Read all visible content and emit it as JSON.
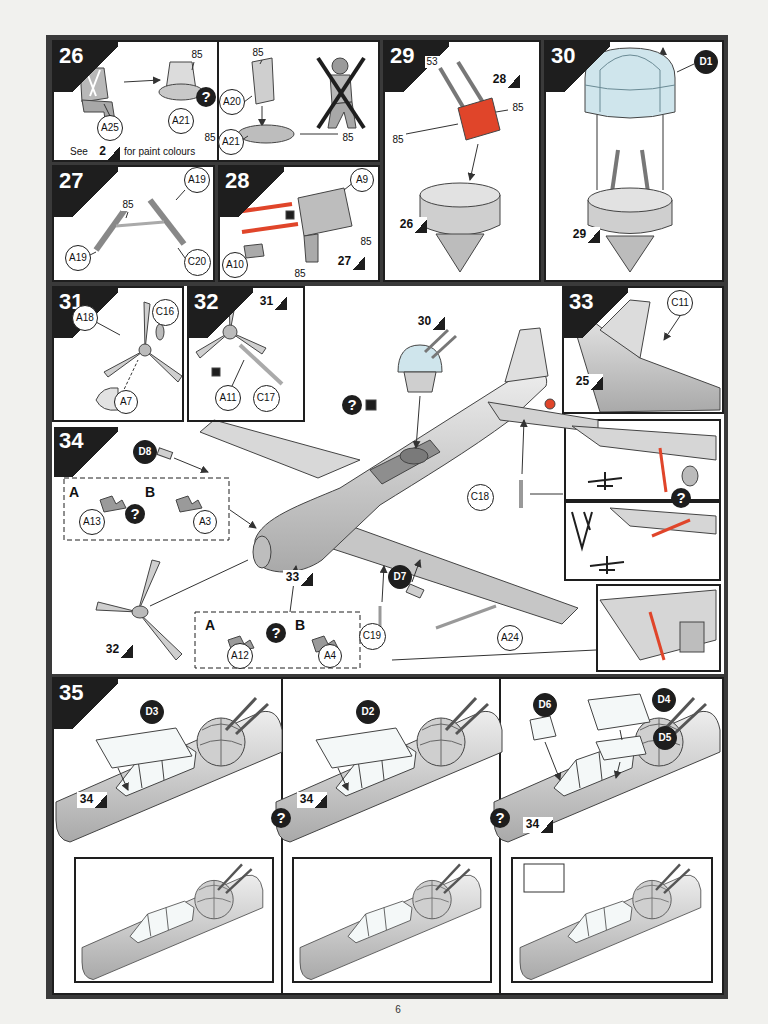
{
  "diagram": {
    "nodes": [
      {
        "text": [
          "26"
        ]
      },
      {
        "text": [
          "A25"
        ],
        "in": 0
      },
      {
        "text": [
          "A21"
        ],
        "in": 0
      },
      {
        "text": [
          "A20"
        ],
        "in": 0
      },
      {
        "text": [
          "A21"
        ],
        "in": 0
      },
      {
        "text": [
          "29"
        ]
      },
      {
        "text": [
          "30"
        ]
      },
      {
        "text": [
          "D1"
        ],
        "in": 6
      },
      {
        "text": [
          "27"
        ]
      },
      {
        "text": [
          "A19"
        ],
        "in": 8
      },
      {
        "text": [
          "A19"
        ],
        "in": 8
      },
      {
        "text": [
          "C20"
        ],
        "in": 8
      },
      {
        "text": [
          "28"
        ]
      },
      {
        "text": [
          "A9"
        ],
        "in": 12
      },
      {
        "text": [
          "A10"
        ],
        "in": 12
      },
      {
        "text": [
          "31"
        ]
      },
      {
        "text": [
          "C16"
        ],
        "in": 15
      },
      {
        "text": [
          "A18"
        ],
        "in": 15
      },
      {
        "text": [
          "A7"
        ],
        "in": 15
      },
      {
        "text": [
          "32"
        ]
      },
      {
        "text": [
          "A11"
        ],
        "in": 19
      },
      {
        "text": [
          "C17"
        ],
        "in": 19
      },
      {
        "text": [
          "33"
        ]
      },
      {
        "text": [
          "C11"
        ],
        "in": 22
      },
      {
        "text": [
          "34"
        ]
      },
      {
        "text": [
          "D8"
        ],
        "in": 24
      },
      {
        "text": [
          "A13"
        ],
        "in": 24
      },
      {
        "text": [
          "A3"
        ],
        "in": 24
      },
      {
        "text": [
          "C18"
        ],
        "in": 24
      },
      {
        "text": [
          "D7"
        ],
        "in": 24
      },
      {
        "text": [
          "C19"
        ],
        "in": 24
      },
      {
        "text": [
          "A24"
        ],
        "in": 24
      },
      {
        "text": [
          "A12"
        ],
        "in": 24
      },
      {
        "text": [
          "A4"
        ],
        "in": 24
      },
      {
        "text": [
          "35"
        ]
      },
      {
        "text": [
          "D3"
        ],
        "in": 34
      },
      {
        "text": [
          "D2"
        ],
        "in": 34
      },
      {
        "text": [
          "D4"
        ],
        "in": 34
      },
      {
        "text": [
          "D6"
        ],
        "in": 34
      },
      {
        "text": [
          "D5"
        ],
        "in": 34
      }
    ],
    "labels": [
      "85",
      "85",
      "85",
      "85",
      "See",
      "2",
      "for paint colours",
      "?",
      "53",
      "85",
      "85",
      "28",
      "26",
      "29",
      "85",
      "85",
      "85",
      "27",
      "31",
      "30",
      "?",
      "25",
      "A",
      "B",
      "?",
      "33",
      "32",
      "A",
      "B",
      "?",
      "?",
      "34",
      "34",
      "34",
      "?",
      "?",
      "6"
    ]
  }
}
